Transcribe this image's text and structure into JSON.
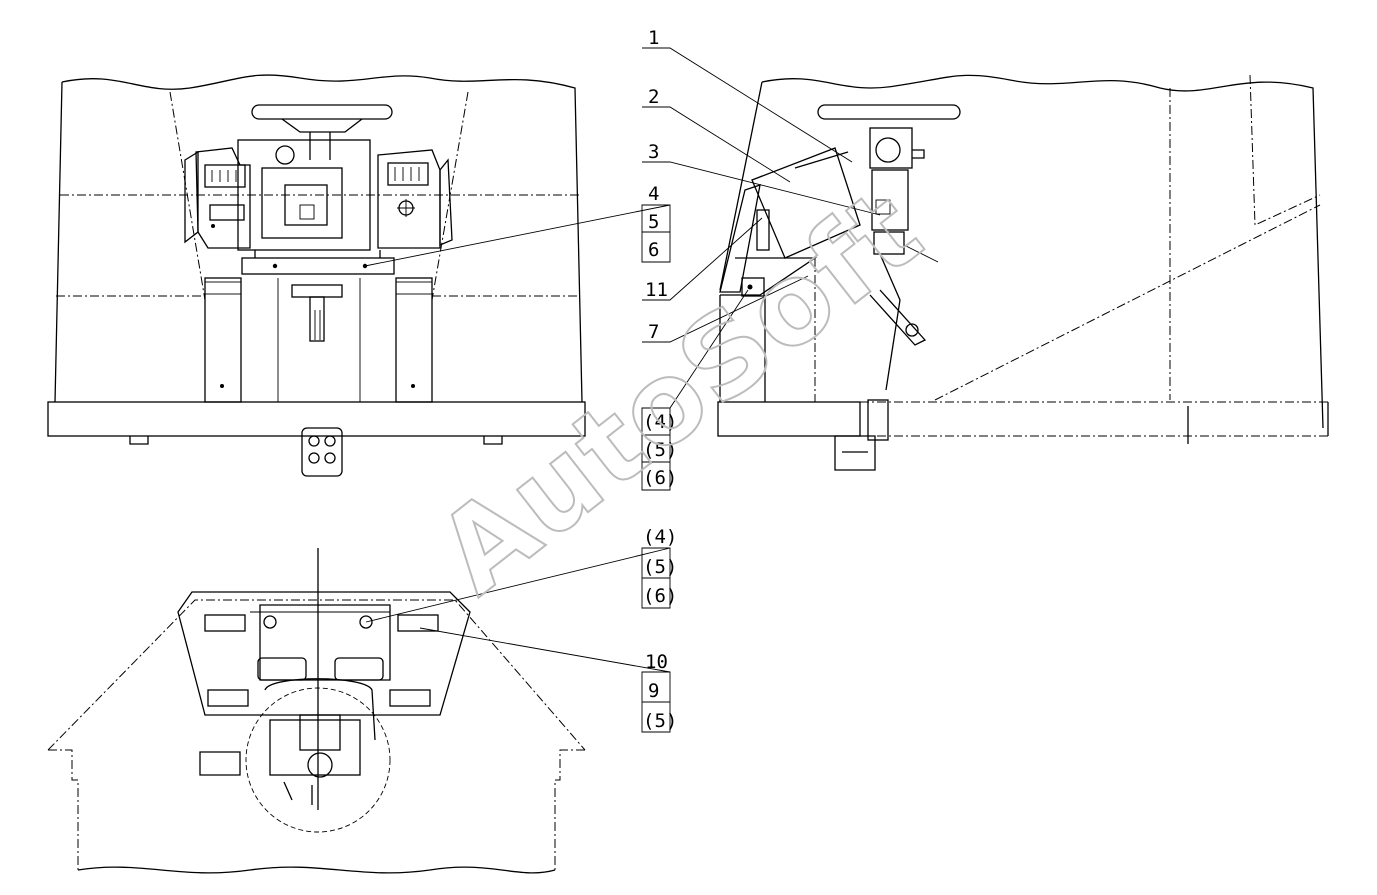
{
  "watermark": "AutoSoft",
  "callouts": {
    "c1": "1",
    "c2": "2",
    "c3": "3",
    "c4": "4",
    "c5": "5",
    "c6": "6",
    "c11": "11",
    "c7": "7",
    "r4": "(4)",
    "r5": "(5)",
    "r6": "(6)",
    "b4": "(4)",
    "b5": "(5)",
    "b6": "(6)",
    "c10": "10",
    "c9": "9",
    "b5b": "(5)"
  }
}
